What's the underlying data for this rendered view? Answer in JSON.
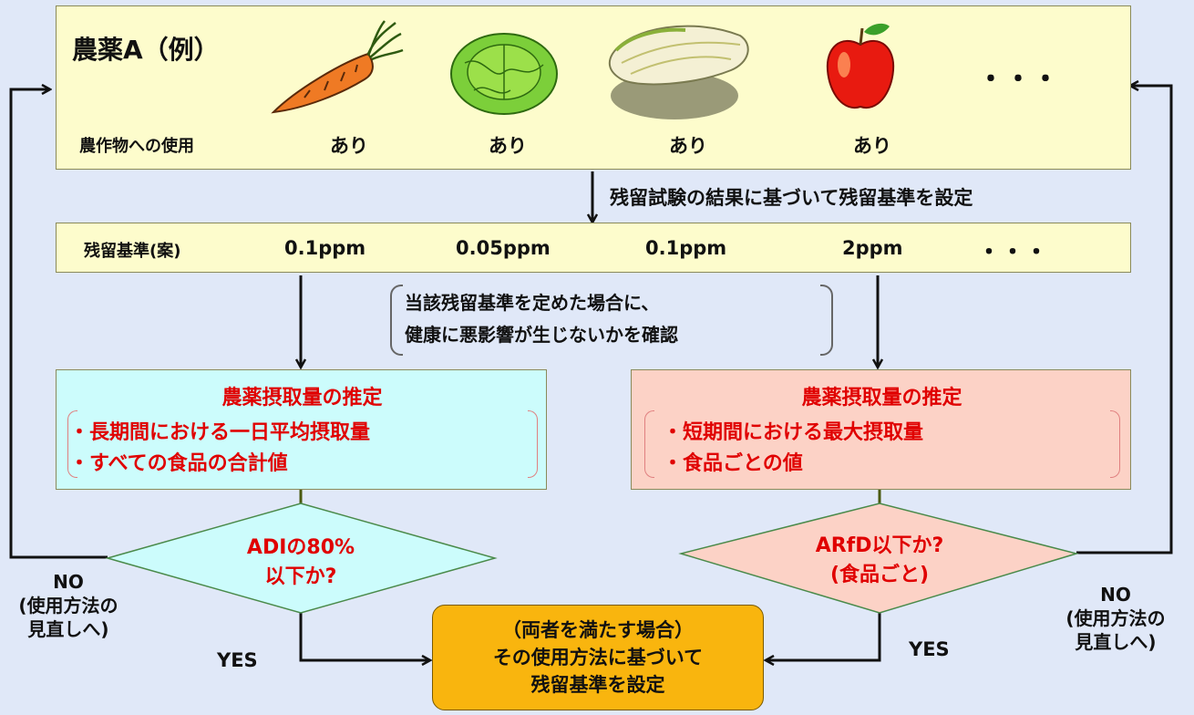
{
  "top_box": {
    "title": "農薬A（例）",
    "usage_label": "農作物への使用",
    "crops": [
      {
        "icon": "carrot-icon",
        "usage": "あり"
      },
      {
        "icon": "lettuce-icon",
        "usage": "あり"
      },
      {
        "icon": "chinese-cabbage-icon",
        "usage": "あり"
      },
      {
        "icon": "apple-icon",
        "usage": "あり"
      }
    ],
    "ellipsis": "・・・"
  },
  "step1_label": "残留試験の結果に基づいて残留基準を設定",
  "mrl_box": {
    "label": "残留基準(案)",
    "values": [
      "0.1ppm",
      "0.05ppm",
      "0.1ppm",
      "2ppm"
    ],
    "ellipsis": "・・・"
  },
  "check_note": [
    "当該残留基準を定めた場合に、",
    "健康に悪影響が生じないかを確認"
  ],
  "left_estimate": {
    "title": "農薬摂取量の推定",
    "lines": [
      "・長期間における一日平均摂取量",
      "・すべての食品の合計値"
    ]
  },
  "right_estimate": {
    "title": "農薬摂取量の推定",
    "lines": [
      "・短期間における最大摂取量",
      "・食品ごとの値"
    ]
  },
  "left_decision": [
    "ADIの80%",
    "以下か?"
  ],
  "right_decision": [
    "ARfD以下か?",
    "(食品ごと)"
  ],
  "left_no": [
    "NO",
    "(使用方法の",
    "見直しへ)"
  ],
  "right_no": [
    "NO",
    "(使用方法の",
    "見直しへ)"
  ],
  "left_yes": "YES",
  "right_yes": "YES",
  "result_box": [
    "（両者を満たす場合）",
    "その使用方法に基づいて",
    "残留基準を設定"
  ],
  "colors": {
    "background": "#e0e8f8",
    "top_box": "#fdfccc",
    "left_box": "#ccfcfc",
    "right_box": "#fcd2c6",
    "result_box": "#f9b50e",
    "emphasis": "#e00000"
  }
}
